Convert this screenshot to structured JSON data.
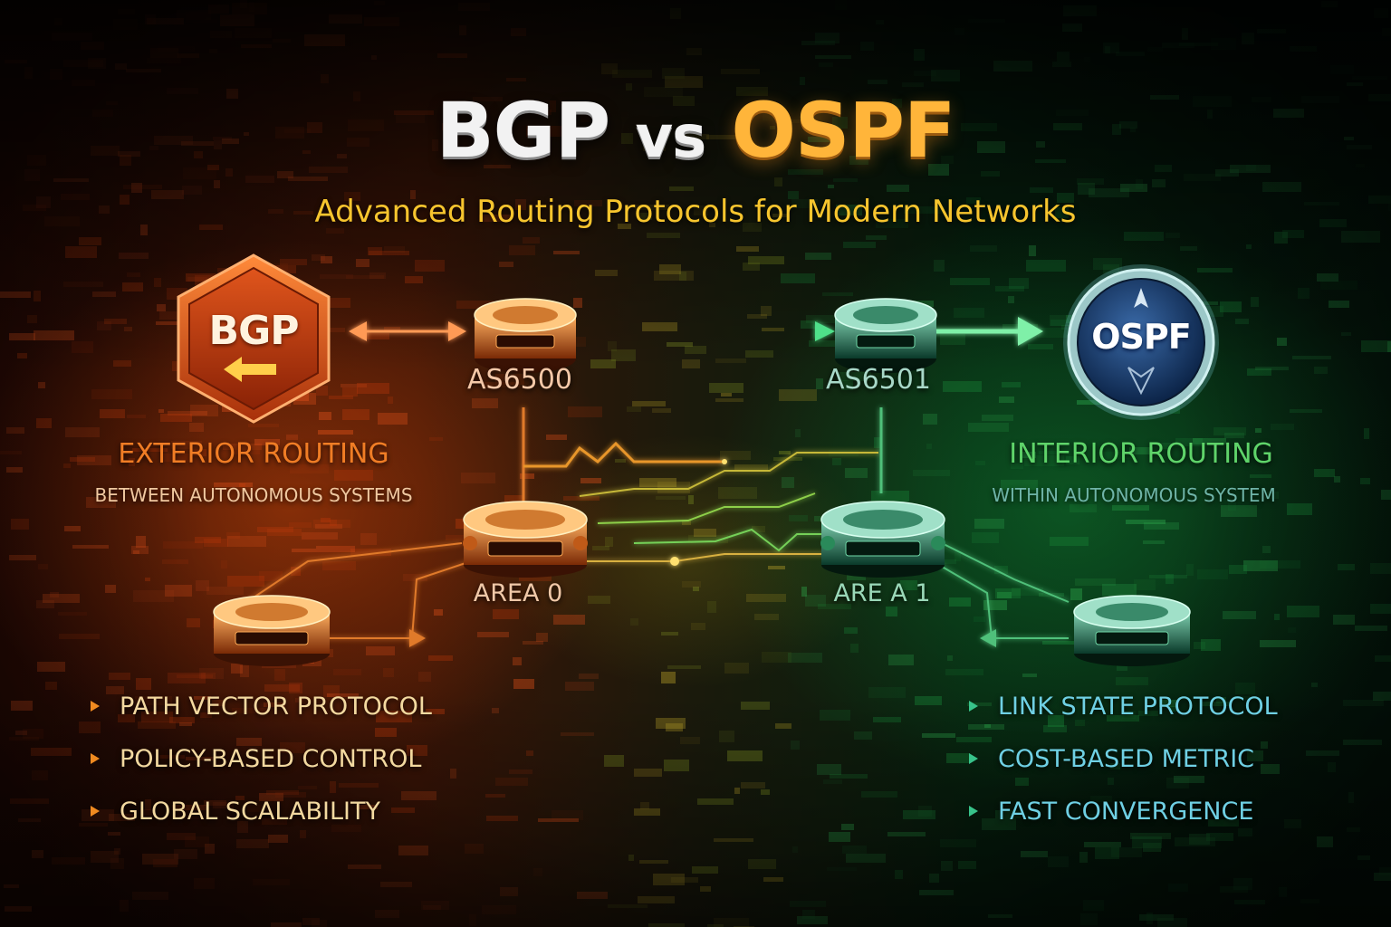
{
  "title": {
    "part1": "BGP",
    "part2": "vs",
    "part3": "OSPF"
  },
  "subtitle": "Advanced Routing Protocols for Modern Networks",
  "bgp": {
    "badge": "BGP",
    "heading": "EXTERIOR ROUTING",
    "subheading": "BETWEEN AUTONOMOUS SYSTEMS",
    "features": [
      "PATH VECTOR PROTOCOL",
      "POLICY-BASED CONTROL",
      "GLOBAL SCALABILITY"
    ],
    "color": "#f07d25"
  },
  "ospf": {
    "badge": "OSPF",
    "heading": "INTERIOR ROUTING",
    "subheading": "WITHIN AUTONOMOUS SYSTEM",
    "features": [
      "LINK STATE PROTOCOL",
      "COST-BASED METRIC",
      "FAST CONVERGENCE"
    ],
    "color": "#5fd46a"
  },
  "nodes": {
    "as_left": "AS6500",
    "as_right": "AS6501",
    "area_left": "AREA 0",
    "area_right": "ARE A 1"
  },
  "icons": {
    "bgp_badge": "hexagon-badge-icon",
    "ospf_badge": "circle-badge-icon",
    "router": "router-icon",
    "arrow": "arrow-icon"
  }
}
